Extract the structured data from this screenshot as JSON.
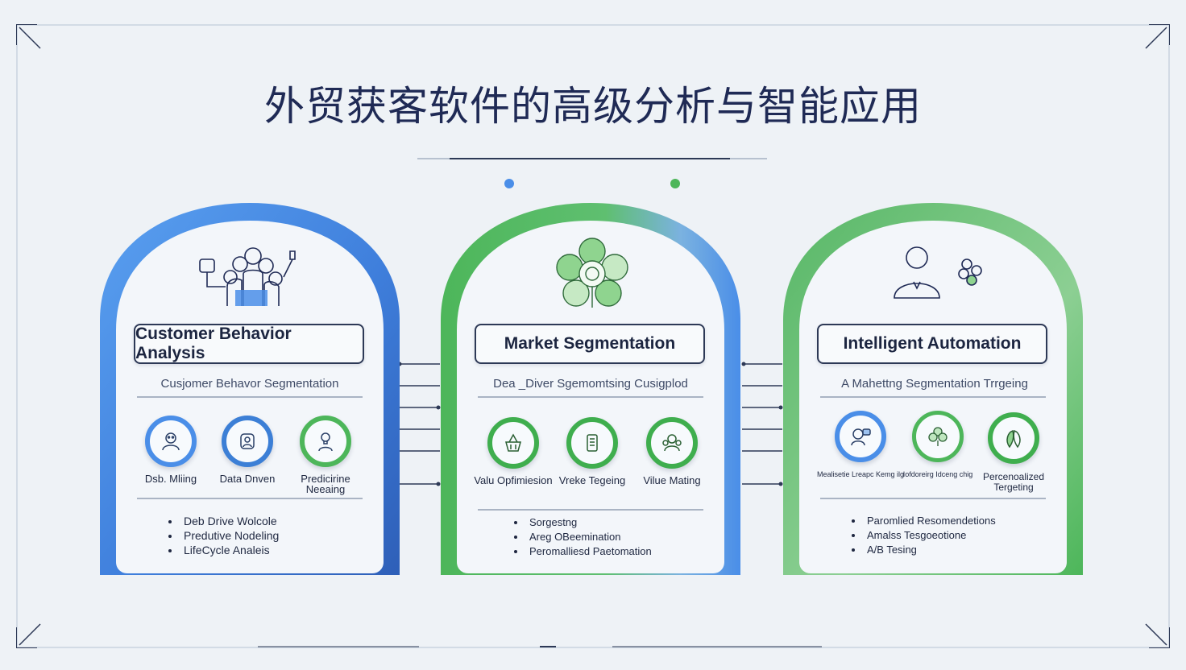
{
  "title": "外贸获客软件的高级分析与智能应用",
  "colors": {
    "blue": "#4a8ee8",
    "green": "#4db65a",
    "navy": "#2d3956",
    "background": "#eef2f6"
  },
  "cards": [
    {
      "label": "Customer Behavior Analysis",
      "subtitle": "Cusjomer Behavor Segmentation",
      "header_icon": "people-group-icon",
      "features": [
        {
          "label": "Dsb. Mliing",
          "icon": "robot-icon"
        },
        {
          "label": "Data Dnven",
          "icon": "person-badge-icon"
        },
        {
          "label": "Predicirine Neeaing",
          "icon": "bulb-person-icon"
        }
      ],
      "bullets": [
        "Deb Drive Wolcole",
        "Predutive Nodeling",
        "LifeCycle Analeis"
      ]
    },
    {
      "label": "Market Segmentation",
      "subtitle": "Dea _Diver Sgemomtsing Cusigplod",
      "header_icon": "flower-network-icon",
      "features": [
        {
          "label": "Valu Opfimiesion",
          "icon": "basket-icon"
        },
        {
          "label": "Vreke Tegeing",
          "icon": "tag-icon"
        },
        {
          "label": "Vilue Mating",
          "icon": "group-icon"
        }
      ],
      "bullets": [
        "Sorgestng",
        "Areg OBeemination",
        "Peromalliesd Paetomation"
      ]
    },
    {
      "label": "Intelligent Automation",
      "subtitle": "A Mahettng Segmentation Trrgeing",
      "header_icon": "person-network-icon",
      "features": [
        {
          "label": "Mealisetie Lreapc Kemg ilg",
          "icon": "robot-chat-icon"
        },
        {
          "label": "Iofdoreirg Idceng chig",
          "icon": "clover-icon"
        },
        {
          "label": "Percenoalized Tergeting",
          "icon": "leaf-icon"
        }
      ],
      "bullets": [
        "Paromlied Resomendetions",
        "Amalss Tesgoeotione",
        "A/B Tesing"
      ]
    }
  ]
}
